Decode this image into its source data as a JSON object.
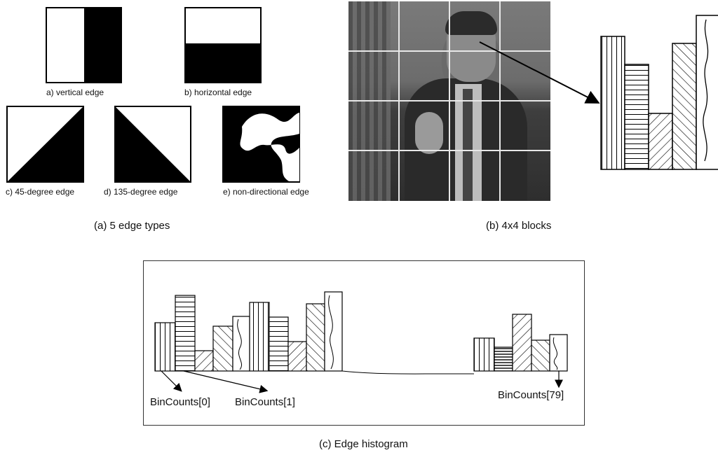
{
  "edge_types": {
    "labels": {
      "vertical": "a) vertical edge",
      "horizontal": "b) horizontal edge",
      "deg45": "c) 45-degree edge",
      "deg135": "d) 135-degree edge",
      "nondirectional": "e) non-directional edge"
    },
    "caption": "(a)  5 edge types"
  },
  "blocks": {
    "caption": "(b) 4x4 blocks",
    "grid": "4x4"
  },
  "histogram": {
    "caption": "(c) Edge histogram",
    "bin_labels": {
      "first": "BinCounts[0]",
      "second": "BinCounts[1]",
      "last": "BinCounts[79]"
    }
  },
  "colors": {
    "ink": "#000000",
    "paper": "#ffffff",
    "frame": "#333333"
  }
}
